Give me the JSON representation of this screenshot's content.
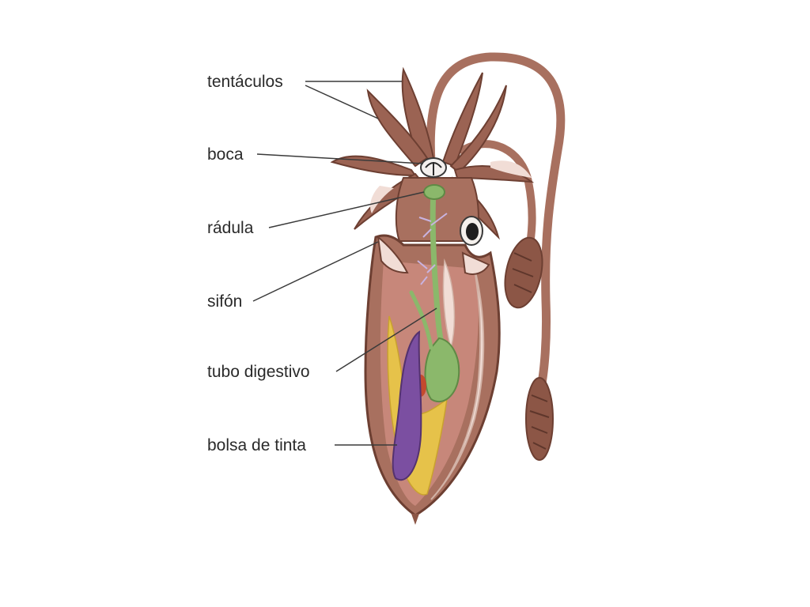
{
  "labels": {
    "tentaculos": "tentáculos",
    "boca": "boca",
    "radula": "rádula",
    "sifon": "sifón",
    "tubo": "tubo digestivo",
    "bolsa": "bolsa de tinta"
  },
  "colors": {
    "body": "#a8705f",
    "body_dark": "#7c4a3c",
    "mantle_inner": "#c7877a",
    "digestive": "#8bb86b",
    "ink_sac": "#7b4fa1",
    "yellow_tissue": "#e6c24a",
    "pale_tissue": "#f1ddd6",
    "eye": "#1e1e1e",
    "leader_line": "#3a3a3a"
  }
}
